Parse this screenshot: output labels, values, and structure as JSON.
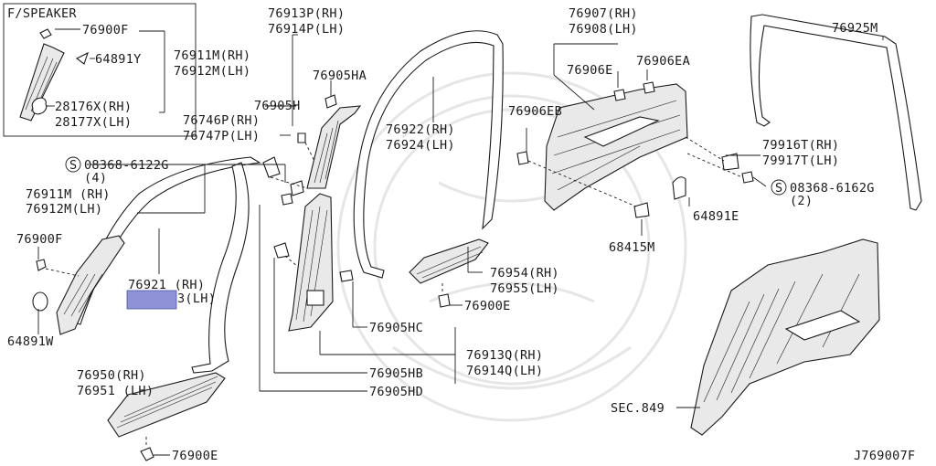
{
  "inset": {
    "title": "F/SPEAKER",
    "parts": [
      "76900F",
      "64891Y",
      "76911M(RH)",
      "76912M(LH)",
      "28176X(RH)",
      "28177X(LH)"
    ]
  },
  "labels": {
    "l76913P": "76913P(RH)",
    "l76914P": "76914P(LH)",
    "l76905HA": "76905HA",
    "l76905H": "76905H",
    "l76746P": "76746P(RH)",
    "l76747P": "76747P(LH)",
    "l08368a": "08368-6122G",
    "l08368a_qty": "(4)",
    "l76911M": "76911M (RH)",
    "l76912M": "76912M(LH)",
    "l76900F": "76900F",
    "l64891W": "64891W",
    "l76921": "76921 (RH)",
    "l76922lh": "3(LH)",
    "l76922": "76922(RH)",
    "l76924": "76924(LH)",
    "l76907": "76907(RH)",
    "l76908": "76908(LH)",
    "l76906E": "76906E",
    "l76906EA": "76906EA",
    "l76906EB": "76906EB",
    "l76925M": "76925M",
    "l79916T": "79916T(RH)",
    "l79917T": "79917T(LH)",
    "l08368b": "08368-6162G",
    "l08368b_qty": "(2)",
    "l64891E": "64891E",
    "l68415M": "68415M",
    "l76954": "76954(RH)",
    "l76955": "76955(LH)",
    "l76900E_a": "76900E",
    "l76905HC": "76905HC",
    "l76913Q": "76913Q(RH)",
    "l76914Q": "76914Q(LH)",
    "l76905HB": "76905HB",
    "l76905HD": "76905HD",
    "l76950": "76950(RH)",
    "l76951": "76951 (LH)",
    "l76900E_b": "76900E",
    "lSEC": "SEC.849",
    "lRef": "J769007F",
    "s_a": "S",
    "s_b": "S"
  },
  "highlight_color": "#8d93d6"
}
